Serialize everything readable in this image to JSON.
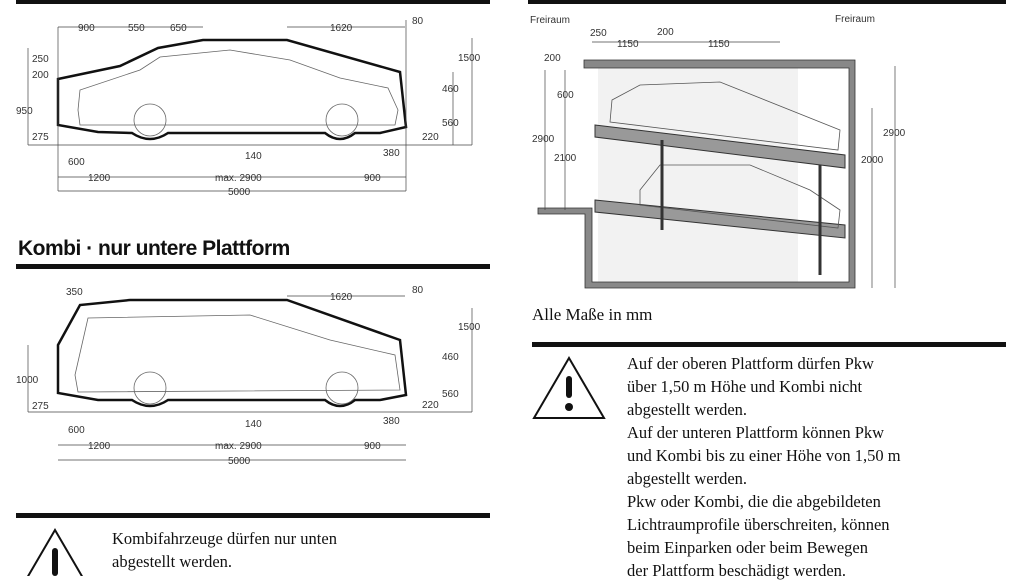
{
  "sedan_dims": {
    "d900": "900",
    "d550": "550",
    "d650": "650",
    "d1620": "1620",
    "d80": "80",
    "d250": "250",
    "d200": "200",
    "d950": "950",
    "d275": "275",
    "d1500": "1500",
    "d460": "460",
    "d560": "560",
    "d220": "220",
    "d140": "140",
    "d380": "380",
    "d600": "600",
    "d1200": "1200",
    "dmax": "max. 2900",
    "d900b": "900",
    "d5000": "5000"
  },
  "kombi": {
    "heading": "Kombi · nur untere Plattform",
    "dims": {
      "d350": "350",
      "d1620": "1620",
      "d80": "80",
      "d1500": "1500",
      "d460": "460",
      "d1000": "1000",
      "d560": "560",
      "d275": "275",
      "d220": "220",
      "d140": "140",
      "d380": "380",
      "d600": "600",
      "d1200": "1200",
      "dmax": "max. 2900",
      "d900": "900",
      "d5000": "5000"
    },
    "warning": [
      "Kombifahrzeuge dürfen nur unten",
      "abgestellt werden."
    ]
  },
  "garage": {
    "freiraum_left": "Freiraum",
    "freiraum_right": "Freiraum",
    "d250": "250",
    "d1150a": "1150",
    "d200top": "200",
    "d1150b": "1150",
    "d200": "200",
    "d600": "600",
    "d2900l": "2900",
    "d2100": "2100",
    "d2900r": "2900",
    "d2000": "2000"
  },
  "units_note": "Alle Maße in mm",
  "warning_lines": [
    "Auf der oberen Plattform dürfen Pkw",
    "über 1,50 m Höhe und Kombi nicht",
    "abgestellt werden.",
    "Auf der unteren Plattform können Pkw",
    "und Kombi bis zu einer Höhe von 1,50 m",
    "abgestellt werden.",
    "Pkw oder Kombi, die die abgebildeten",
    "Lichtraumprofile überschreiten, können",
    "beim Einparken oder beim Bewegen",
    "der Plattform beschädigt werden."
  ]
}
